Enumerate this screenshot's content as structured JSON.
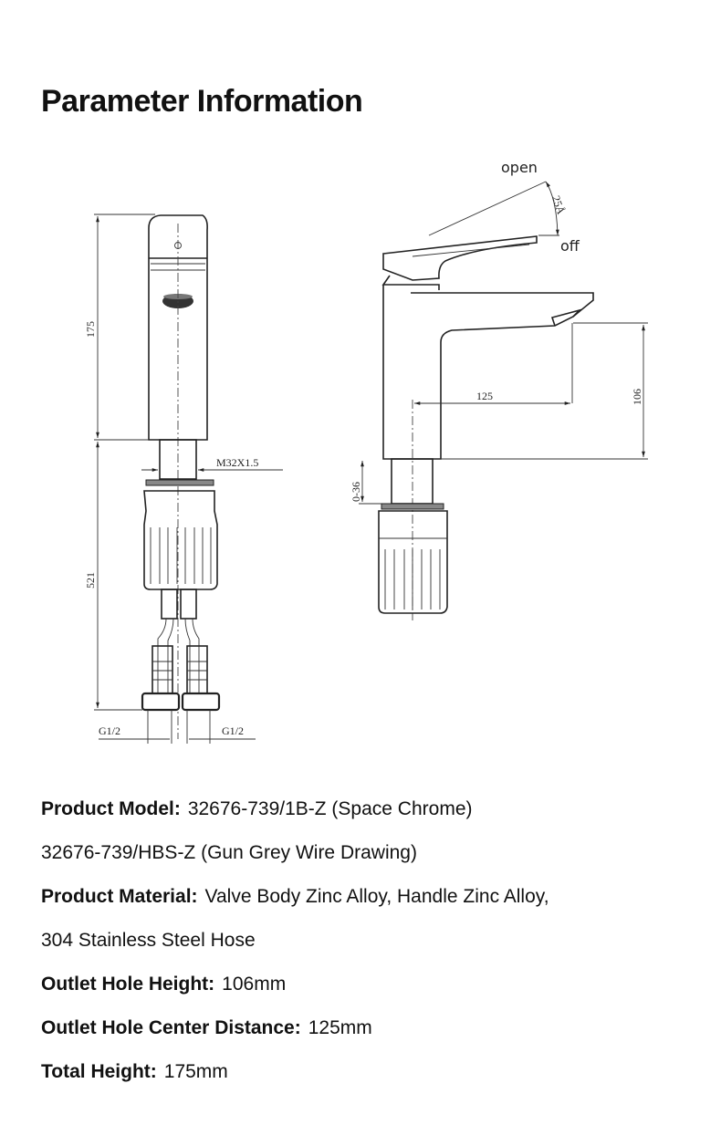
{
  "title": "Parameter Information",
  "drawing": {
    "front": {
      "height_label": "175",
      "below_label": "521",
      "thread_label": "M32X1.5",
      "inlet_left": "G1/2",
      "inlet_right": "G1/2"
    },
    "side": {
      "open_label": "open",
      "off_label": "off",
      "angle_label": "25Å",
      "reach_label": "125",
      "outlet_height_label": "106",
      "adjust_label": "0-36"
    }
  },
  "specs": [
    {
      "label": "Product Model:",
      "value": "32676-739/1B-Z (Space Chrome)"
    },
    {
      "label": "",
      "value": "32676-739/HBS-Z (Gun Grey Wire Drawing)"
    },
    {
      "label": "Product Material:",
      "value": "Valve Body Zinc Alloy, Handle Zinc Alloy,"
    },
    {
      "label": "",
      "value": "304 Stainless Steel Hose"
    },
    {
      "label": "Outlet Hole Height:",
      "value": "106mm"
    },
    {
      "label": "Outlet Hole Center Distance:",
      "value": "125mm"
    },
    {
      "label": "Total Height:",
      "value": "175mm"
    }
  ]
}
